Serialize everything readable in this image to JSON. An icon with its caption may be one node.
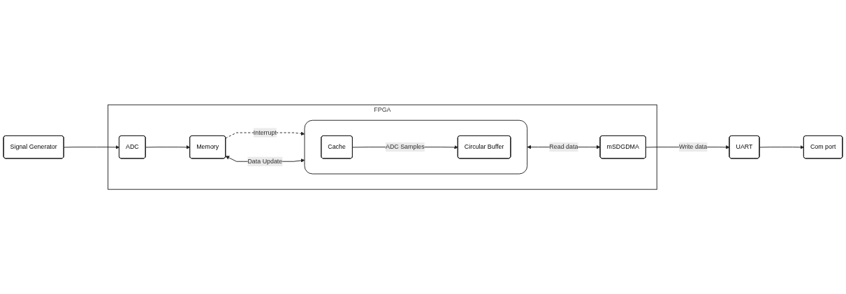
{
  "diagram": {
    "nodes": [
      {
        "text": [
          "Signal Generator"
        ]
      },
      {
        "text": [
          "FPGA"
        ]
      },
      {
        "text": [
          "ADC"
        ],
        "in": 1
      },
      {
        "text": [
          "Memory"
        ],
        "in": 1
      },
      {
        "text": [
          "UART"
        ]
      },
      {
        "text": [
          "Com port"
        ]
      },
      {
        "text": [],
        "shape": "box",
        "in": 1
      },
      {
        "text": [
          "Circular Buffer"
        ],
        "in": 6
      },
      {
        "text": [
          "Cache"
        ],
        "in": 6
      },
      {
        "text": [
          "mSDGDMA"
        ],
        "in": 1
      }
    ],
    "edges": [
      {
        "from": 0,
        "to": 2,
        "arrow": "to"
      },
      {
        "from": 2,
        "to": 3,
        "arrow": "to"
      },
      {
        "from": 4,
        "to": 5,
        "arrow": "to"
      },
      {
        "from": 3,
        "to": 6,
        "arrow": "to",
        "label": "Interrupt",
        "style": "dashed"
      },
      {
        "from": 3,
        "to": 6,
        "arrow": "both",
        "label": "Data Update"
      },
      {
        "from": 8,
        "to": 7,
        "arrow": "to",
        "label": "ADC Samples"
      },
      {
        "from": 6,
        "to": 9,
        "arrow": "both",
        "label": "Read data"
      },
      {
        "from": 9,
        "to": 4,
        "arrow": "to",
        "label": "Write data"
      }
    ]
  }
}
